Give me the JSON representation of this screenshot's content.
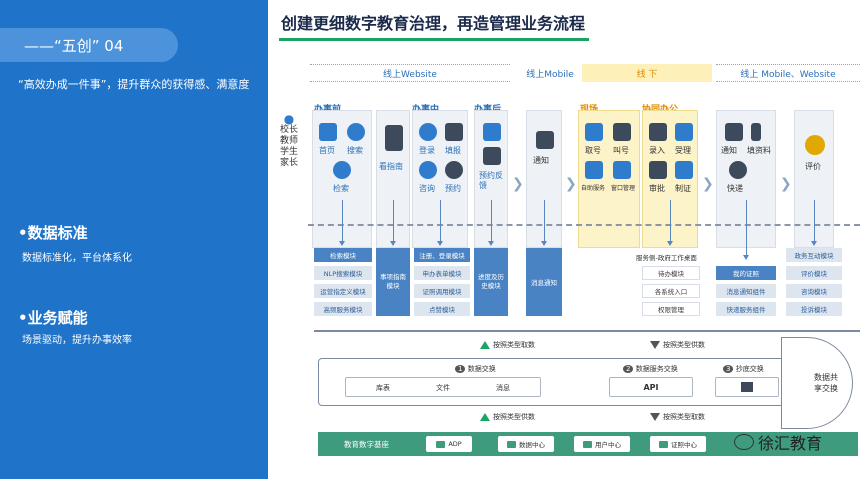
{
  "left": {
    "pill": "——“五创” 04",
    "quote": "“高效办成一件事”，提升群众的获得感、满意度",
    "sections": [
      {
        "heading": "•数据标准",
        "sub": "数据标准化，平台体系化"
      },
      {
        "heading": "•业务赋能",
        "sub": "场景驱动，提升办事效率"
      }
    ]
  },
  "title": "创建更细数字教育治理，再造管理业务流程",
  "channels": {
    "online_web": "线上Website",
    "online_mobile": "线上Mobile",
    "offline": "线 下",
    "online_mobile_web": "线上 Mobile、Website"
  },
  "roles": [
    "校长",
    "教师",
    "学生",
    "家长"
  ],
  "stages": {
    "before": "办事前",
    "during": "办事中",
    "after": "办事后",
    "window": "现场",
    "collab": "协同办公"
  },
  "labels": {
    "homepage": "首页",
    "search": "搜索",
    "retrieve": "检索",
    "guide": "看指南",
    "login": "登录",
    "fill": "填报",
    "consult": "咨询",
    "booking": "预约",
    "reserve_feedback": "预约反馈",
    "notify": "通知",
    "take_number": "取号",
    "call_number": "叫号",
    "self_service": "自助服务",
    "window_mgmt": "窗口管理",
    "enter": "录入",
    "accept": "受理",
    "review": "审批",
    "certify": "制证",
    "notice": "通知",
    "fill_data": "填资料",
    "express": "快递",
    "rate": "评价"
  },
  "modules": {
    "col1": [
      "检索模块",
      "NLP搜索模块",
      "运营指定义模块",
      "高频服务模块"
    ],
    "col2": "事项指南模块",
    "col3": [
      "注册、登录模块",
      "申办表单模块",
      "证照调用模块",
      "点赞模块"
    ],
    "col4": "进度及历史模块",
    "col5": "消息通知",
    "col6_title": "服务侧-政府工作桌面",
    "col6": [
      "待办模块",
      "各系统入口",
      "权限管理"
    ],
    "col7": [
      "我的证照",
      "消息通知组件",
      "快递服务组件"
    ],
    "col8": [
      "政务互动模块",
      "评价模块",
      "咨询模块",
      "投诉模块"
    ]
  },
  "exchange": {
    "push_up": "按照类型取数",
    "push_up2": "按照类型供数",
    "items": [
      {
        "num": "1",
        "label": "数据交换"
      },
      {
        "num": "2",
        "label": "数据服务交换"
      },
      {
        "num": "3",
        "label": "抄底交换"
      }
    ],
    "sub_items": [
      "库表",
      "文件",
      "消息",
      "API"
    ],
    "cap": "数据共享交换",
    "push_down_left": "按照类型供数",
    "push_down_right": "按照类型取数"
  },
  "foundation": {
    "label": "教育数字基座",
    "items": [
      "ADP",
      "数据中心",
      "用户中心",
      "证照中心"
    ]
  },
  "watermark": "徐汇教育"
}
